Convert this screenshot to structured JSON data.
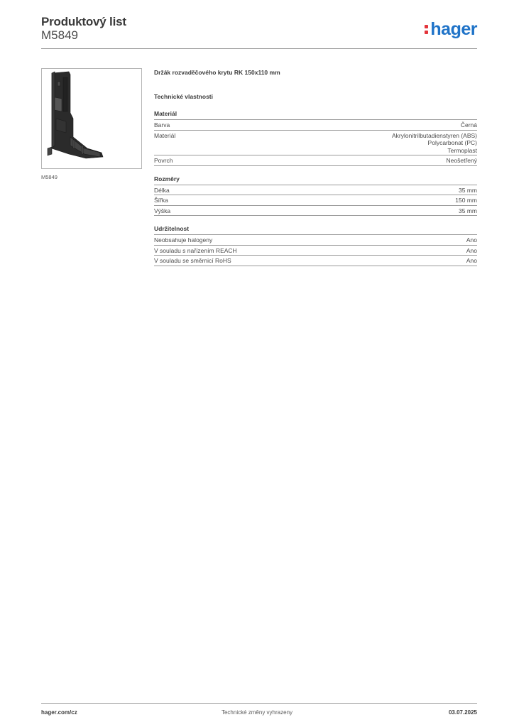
{
  "header": {
    "title": "Produktový list",
    "code": "M5849",
    "logo_text": "hager",
    "logo_color": "#1f73c8",
    "logo_accent_color": "#e3343b"
  },
  "product": {
    "image_caption": "M5849",
    "name": "Držák rozvaděčového krytu RK 150x110 mm",
    "tech_heading": "Technické vlastnosti"
  },
  "sections": [
    {
      "title": "Materiál",
      "rows": [
        {
          "label": "Barva",
          "values": [
            "Černá"
          ]
        },
        {
          "label": "Materiál",
          "values": [
            "Akrylonitrilbutadienstyren (ABS)",
            "Polycarbonat (PC)",
            "Termoplast"
          ]
        },
        {
          "label": "Povrch",
          "values": [
            "Neošetřený"
          ]
        }
      ]
    },
    {
      "title": "Rozměry",
      "rows": [
        {
          "label": "Délka",
          "values": [
            "35 mm"
          ]
        },
        {
          "label": "Šířka",
          "values": [
            "150 mm"
          ]
        },
        {
          "label": "Výška",
          "values": [
            "35 mm"
          ]
        }
      ]
    },
    {
      "title": "Udržitelnost",
      "rows": [
        {
          "label": "Neobsahuje halogeny",
          "values": [
            "Ano"
          ]
        },
        {
          "label": "V souladu s nařízením REACH",
          "values": [
            "Ano"
          ]
        },
        {
          "label": "V souladu se směrnicí RoHS",
          "values": [
            "Ano"
          ]
        }
      ]
    }
  ],
  "footer": {
    "website": "hager.com/cz",
    "note": "Technické změny vyhrazeny",
    "date": "03.07.2025"
  }
}
